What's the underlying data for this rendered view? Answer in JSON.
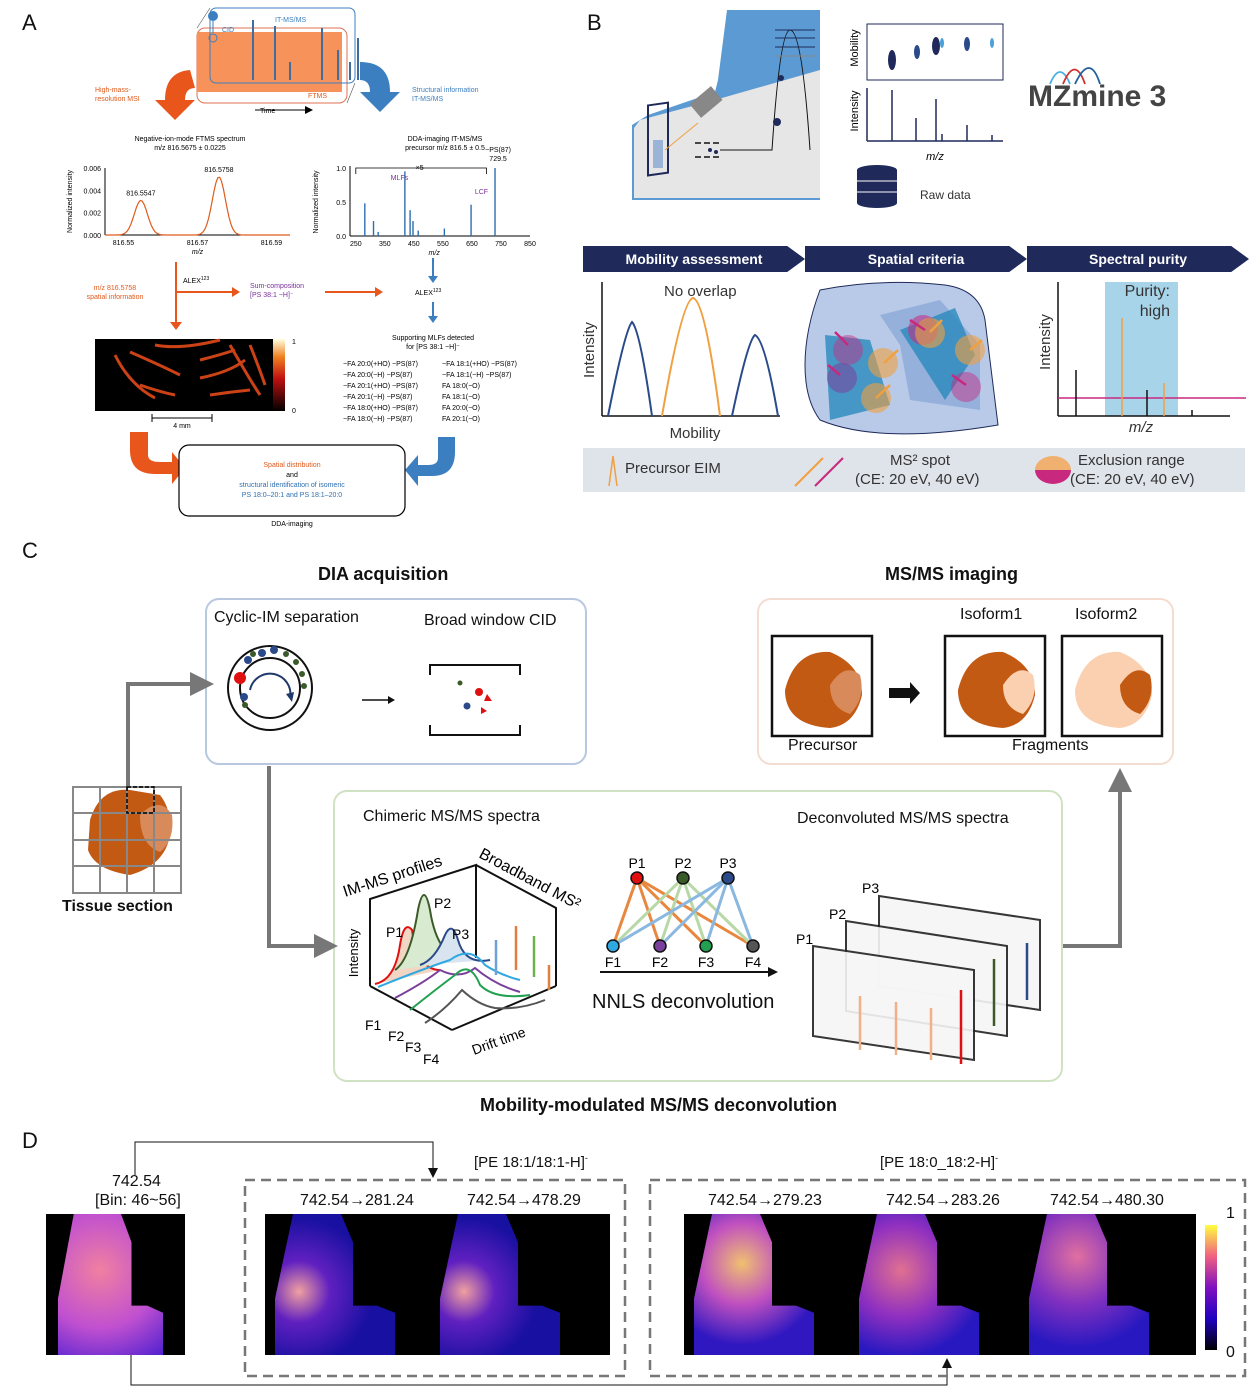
{
  "panels": {
    "a": {
      "letter": "A",
      "schematic": {
        "cid": "CID",
        "itmsms": "IT-MS/MS",
        "ftms": "FTMS",
        "time": "Time"
      },
      "left_arrow_label": [
        "High-mass-",
        "resolution MSI"
      ],
      "right_arrow_label": [
        "Structural information",
        "IT-MS/MS"
      ],
      "ftms_title": [
        "Negative-ion-mode FTMS spectrum",
        "m/z 816.5675 ± 0.0225"
      ],
      "ftms_chart": {
        "ylabel": "Normalized intensity",
        "xlabel": "m/z",
        "yticks": [
          "0.006",
          "0.004",
          "0.002",
          "0.000"
        ],
        "xticks": [
          "816.55",
          "816.57",
          "816.59"
        ],
        "peaks": [
          {
            "label": "816.5547",
            "mz": 816.5547,
            "value": 0.0031
          },
          {
            "label": "816.5758",
            "mz": 816.5758,
            "value": 0.0052
          }
        ]
      },
      "itms_title": [
        "DDA-imaging IT-MS/MS",
        "precursor m/z 816.5 ± 0.5"
      ],
      "itms_chart": {
        "ylabel": "Normalized intensity",
        "xlabel": "m/z",
        "yticks": [
          "1.0",
          "0.5",
          "0.0"
        ],
        "xticks": [
          "250",
          "350",
          "450",
          "550",
          "650",
          "750",
          "850"
        ],
        "annotations": {
          "ps": "−PS(87)",
          "ps_mz": "729.5",
          "x5": "×5",
          "mlfs": "MLFs",
          "lcf": "LCF"
        },
        "peaks": [
          {
            "mz": 281,
            "value": 0.48
          },
          {
            "mz": 311,
            "value": 0.22
          },
          {
            "mz": 327,
            "value": 0.06
          },
          {
            "mz": 419,
            "value": 0.95
          },
          {
            "mz": 437,
            "value": 0.38
          },
          {
            "mz": 447,
            "value": 0.22
          },
          {
            "mz": 465,
            "value": 0.08
          },
          {
            "mz": 555,
            "value": 0.11
          },
          {
            "mz": 647,
            "value": 0.46
          },
          {
            "mz": 729.5,
            "value": 1.0
          }
        ]
      },
      "spatial_label": [
        "m/z 816.5758",
        "spatial information"
      ],
      "alex": "ALEX",
      "alex_sup": "123",
      "sum_comp": [
        "Sum-composition",
        "[PS 38:1 −H]⁻"
      ],
      "image_colorbar": {
        "max": "1",
        "min": "0"
      },
      "scalebar": "4 mm",
      "mlf_title": [
        "Supporting MLFs detected",
        "for [PS 38:1 −H]⁻"
      ],
      "mlf_left": [
        "−FA 20:0(+HO) −PS(87)",
        "−FA 20:0(−H) −PS(87)",
        "−FA 20:1(+HO) −PS(87)",
        "−FA 20:1(−H) −PS(87)",
        "−FA 18:0(+HO) −PS(87)",
        "−FA 18:0(−H) −PS(87)"
      ],
      "mlf_right": [
        "−FA 18:1(+HO) −PS(87)",
        "−FA 18:1(−H) −PS(87)",
        "FA 18:0(−O)",
        "FA 18:1(−O)",
        "FA 20:0(−O)",
        "FA 20:1(−O)"
      ],
      "result": {
        "line1": "Spatial distribution",
        "line2": "and",
        "line3": "structural identification of isomeric",
        "line4": "PS 18:0–20:1 and PS 18:1–20:0"
      },
      "result_caption": "DDA-imaging"
    },
    "b": {
      "letter": "B",
      "mobility_label": "Mobility",
      "intensity_label": "Intensity",
      "mz_label": "m/z",
      "raw_data": "Raw data",
      "logo": "MZmine 3",
      "steps": [
        "Mobility assessment",
        "Spatial criteria",
        "Spectral purity"
      ],
      "mobility_plot": {
        "ylabel": "Intensity",
        "xlabel": "Mobility",
        "note": "No overlap"
      },
      "purity_plot": {
        "ylabel": "Intensity",
        "xlabel": "m/z",
        "note_line1": "Purity:",
        "note_line2": "high"
      },
      "legend": {
        "precursor": "Precursor EIM",
        "ms2_line1": "MS² spot",
        "ms2_line2": "(CE: 20 eV, 40 eV)",
        "excl_line1": "Exclusion range",
        "excl_line2": "(CE: 20 eV, 40 eV)"
      },
      "colors": {
        "navy": "#1f2a5a",
        "orange": "#f0a040",
        "magenta": "#c8287e",
        "lightblue": "#a8d4ea"
      }
    },
    "c": {
      "letter": "C",
      "dia_title": "DIA acquisition",
      "cyclic": "Cyclic-IM separation",
      "broad": "Broad window CID",
      "msms_title": "MS/MS imaging",
      "isoform1": "Isoform1",
      "isoform2": "Isoform2",
      "precursor": "Precursor",
      "fragments": "Fragments",
      "tissue": "Tissue section",
      "chimeric": "Chimeric MS/MS spectra",
      "immsprof": "IM-MS profiles",
      "broadband": "Broadband MS²",
      "intensity": "Intensity",
      "drift": "Drift time",
      "p_labels": [
        "P1",
        "P2",
        "P3"
      ],
      "f_labels": [
        "F1",
        "F2",
        "F3",
        "F4"
      ],
      "nnls": "NNLS deconvolution",
      "deconv": "Deconvoluted MS/MS spectra",
      "bottom_title": "Mobility-modulated MS/MS deconvolution"
    },
    "d": {
      "letter": "D",
      "precursor_mz": "742.54",
      "precursor_bin": "[Bin: 46~56]",
      "group1_title": "[PE 18:1/18:1-H]",
      "group1_sup": "-",
      "group1": [
        "742.54→281.24",
        "742.54→478.29"
      ],
      "group2_title": "[PE 18:0_18:2-H]",
      "group2_sup": "-",
      "group2": [
        "742.54→279.23",
        "742.54→283.26",
        "742.54→480.30"
      ],
      "colorbar": {
        "max": "1",
        "min": "0"
      }
    }
  }
}
